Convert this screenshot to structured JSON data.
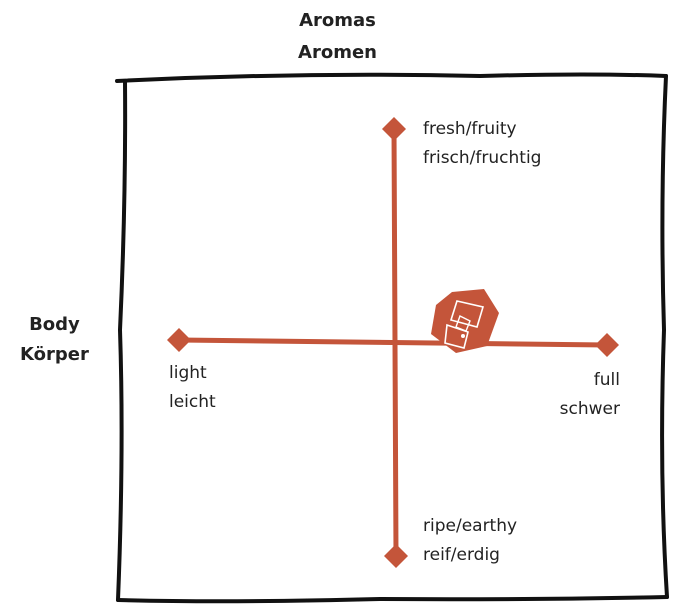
{
  "header": {
    "line1": "Aromas",
    "line2": "Aromen"
  },
  "side": {
    "line1": "Body",
    "line2": "Körper"
  },
  "axes": {
    "top": {
      "en": "fresh/fruity",
      "de": "frisch/fruchtig"
    },
    "bottom": {
      "en": "ripe/earthy",
      "de": "reif/erdig"
    },
    "left": {
      "en": "light",
      "de": "leicht"
    },
    "right": {
      "en": "full",
      "de": "schwer"
    }
  },
  "colors": {
    "axis": "#c4553a",
    "frame": "#111111",
    "text": "#222222"
  },
  "marker": {
    "icon": "wine-cube-icon",
    "body_level": 0.67,
    "aroma_level": 0.05
  }
}
